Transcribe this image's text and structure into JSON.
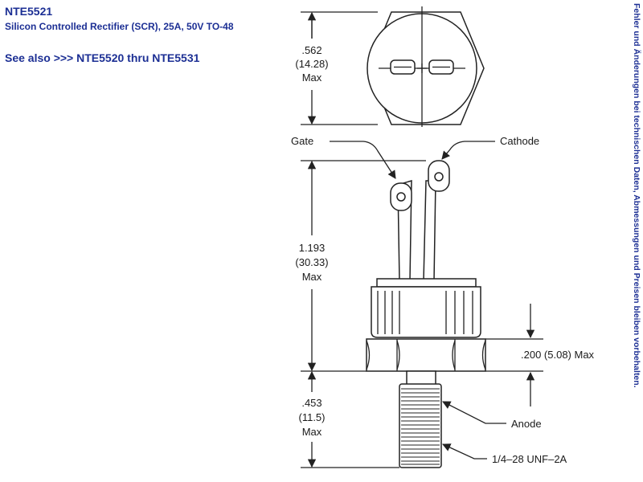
{
  "header": {
    "part_number": "NTE5521",
    "description": "Silicon Controlled Rectifier (SCR), 25A, 50V TO-48",
    "see_also": "See also >>> NTE5520 thru NTE5531"
  },
  "side_note": "Fehler und Änderungen bei technischen Daten, Abmessungen und Preisen bleiben vorbehalten.",
  "diagram": {
    "top_height": {
      "inch": ".562",
      "mm": "(14.28)",
      "max": "Max"
    },
    "lead_height": {
      "inch": "1.193",
      "mm": "(30.33)",
      "max": "Max"
    },
    "stud_length": {
      "inch": ".453",
      "mm": "(11.5)",
      "max": "Max"
    },
    "hex_height": ".200 (5.08) Max",
    "labels": {
      "gate": "Gate",
      "cathode": "Cathode",
      "anode": "Anode",
      "thread": "1/4–28 UNF–2A"
    }
  },
  "colors": {
    "header_text": "#1c2f94",
    "drawing": "#222222"
  }
}
